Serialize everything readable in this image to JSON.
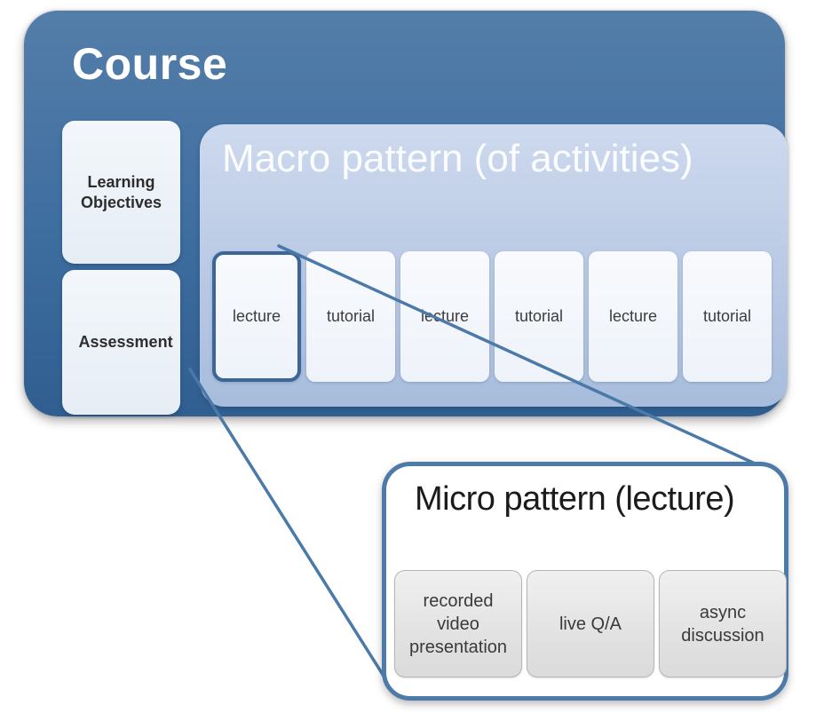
{
  "course": {
    "title": "Course",
    "side_boxes": [
      {
        "label": "Learning Objectives"
      },
      {
        "label": "Assessment"
      }
    ]
  },
  "macro": {
    "title": "Macro pattern (of activities)",
    "activities": [
      {
        "label": "lecture",
        "selected": true
      },
      {
        "label": "tutorial",
        "selected": false
      },
      {
        "label": "lecture",
        "selected": false
      },
      {
        "label": "tutorial",
        "selected": false
      },
      {
        "label": "lecture",
        "selected": false
      },
      {
        "label": "tutorial",
        "selected": false
      }
    ]
  },
  "micro": {
    "title": "Micro pattern (lecture)",
    "items": [
      {
        "label": "recorded video presentation"
      },
      {
        "label": "live Q/A"
      },
      {
        "label": "async discussion"
      }
    ]
  },
  "colors": {
    "course_bg_top": "#547ea9",
    "course_bg_bottom": "#305e91",
    "macro_bg_top": "#cdd9ee",
    "macro_bg_bottom": "#a7bcdc",
    "activity_bg": "#f3f7fc",
    "side_box_bg": "#eef2f8",
    "micro_border": "#4c7aa9",
    "micro_item_bg": "#e5e5e5",
    "connector_line": "#4b79a8",
    "selected_border": "#3b6697",
    "title_light": "#ffffff",
    "title_dark": "#1b1b1b"
  }
}
